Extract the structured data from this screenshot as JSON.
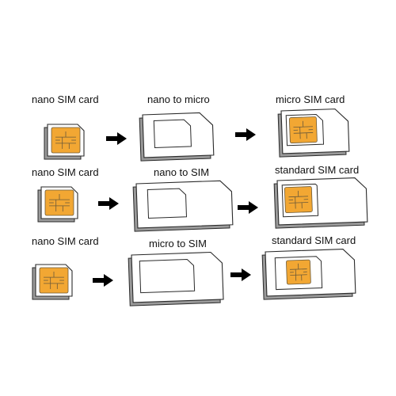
{
  "rows": [
    {
      "source_label": "nano SIM card",
      "adapter_label": "nano to micro",
      "result_label": "micro SIM card"
    },
    {
      "source_label": "nano SIM card",
      "adapter_label": "nano to SIM",
      "result_label": "standard SIM card"
    },
    {
      "source_label": "nano SIM card",
      "adapter_label": "micro to SIM",
      "result_label": "standard SIM card"
    }
  ],
  "colors": {
    "chip_gold": "#f2a733",
    "chip_line": "#6b5a3a",
    "outline": "#2a2a2a",
    "card_fill": "#ffffff",
    "shadow": "#9a9a9a",
    "arrow": "#000000"
  }
}
